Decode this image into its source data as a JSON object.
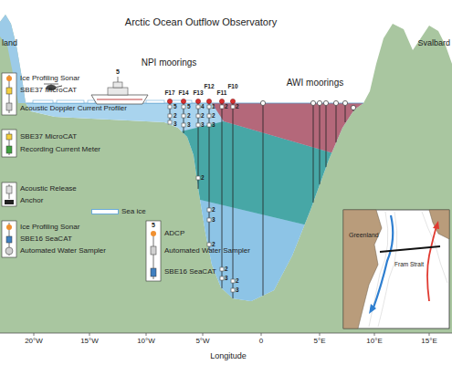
{
  "diagram": {
    "title": "Arctic Ocean Outflow Observatory",
    "labels": [
      "land",
      "Svalbard",
      "NPI moorings",
      "AWI moorings",
      "F17",
      "F14",
      "F13",
      "F12",
      "F11",
      "F10",
      "5",
      "5",
      "2",
      "3",
      "5",
      "2",
      "3",
      "4",
      "2",
      "3",
      "1",
      "2",
      "3",
      "2",
      "2",
      "2",
      "2",
      "3",
      "2",
      "2",
      "3",
      "2",
      "3",
      "5",
      "20°W",
      "15°W",
      "10°W",
      "5°W",
      "0",
      "5°E",
      "10°E",
      "15°E",
      "Longitude",
      "Greenland",
      "Fram Strait"
    ],
    "legend": [
      {
        "text": "Ice Profiling Sonar"
      },
      {
        "text": "SBE37 MicroCAT"
      },
      {
        "text": "Acoustic Doppler Current Profiler"
      },
      {
        "text": "SBE37 MicroCAT"
      },
      {
        "text": "Recording Current Meter"
      },
      {
        "text": "Acoustic Release"
      },
      {
        "text": "Anchor"
      },
      {
        "text": "Ice Profiling Sonar"
      },
      {
        "text": "SBE16 SeaCAT"
      },
      {
        "text": "Automated Water Sampler"
      },
      {
        "text": "Sea ice",
        "color": "#ffffff"
      },
      {
        "text": "ADCP"
      },
      {
        "text": "Automated Water Sampler"
      },
      {
        "text": "SBE16 SeaCAT"
      }
    ]
  }
}
